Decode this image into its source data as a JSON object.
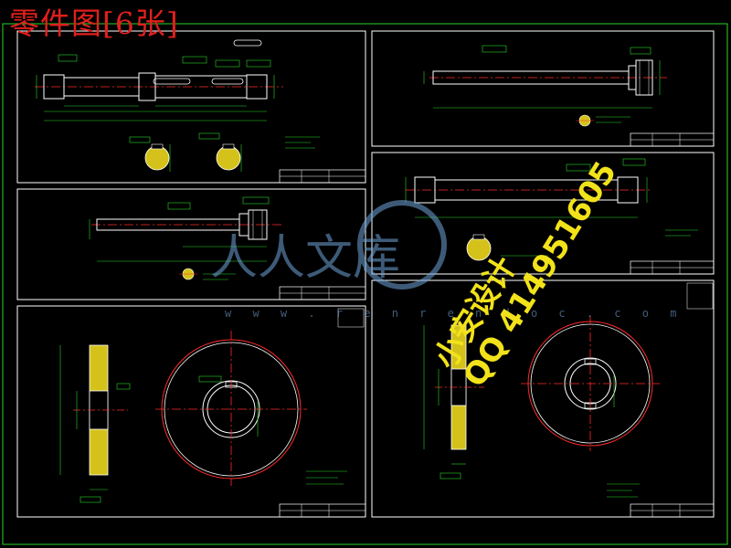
{
  "header": {
    "title": "零件图[6张]"
  },
  "watermark": {
    "logo_text": "人人文库",
    "url_text": "w w w . r e n r e n d o c . c o m"
  },
  "stamp": {
    "line1": "小安设计",
    "line2": "QQ 414951605"
  },
  "colors": {
    "background": "#000000",
    "frame": "#2ad52a",
    "outline": "#ffffff",
    "centerline": "#ff2a2a",
    "title": "#e0201c",
    "stamp": "#f2e21a",
    "watermark": "#6fa6da",
    "hatch": "#d4c21a"
  },
  "sheets": [
    {
      "id": "shaft-1"
    },
    {
      "id": "shaft-2"
    },
    {
      "id": "shaft-3"
    },
    {
      "id": "shaft-4"
    },
    {
      "id": "gear-1"
    },
    {
      "id": "gear-2"
    }
  ]
}
